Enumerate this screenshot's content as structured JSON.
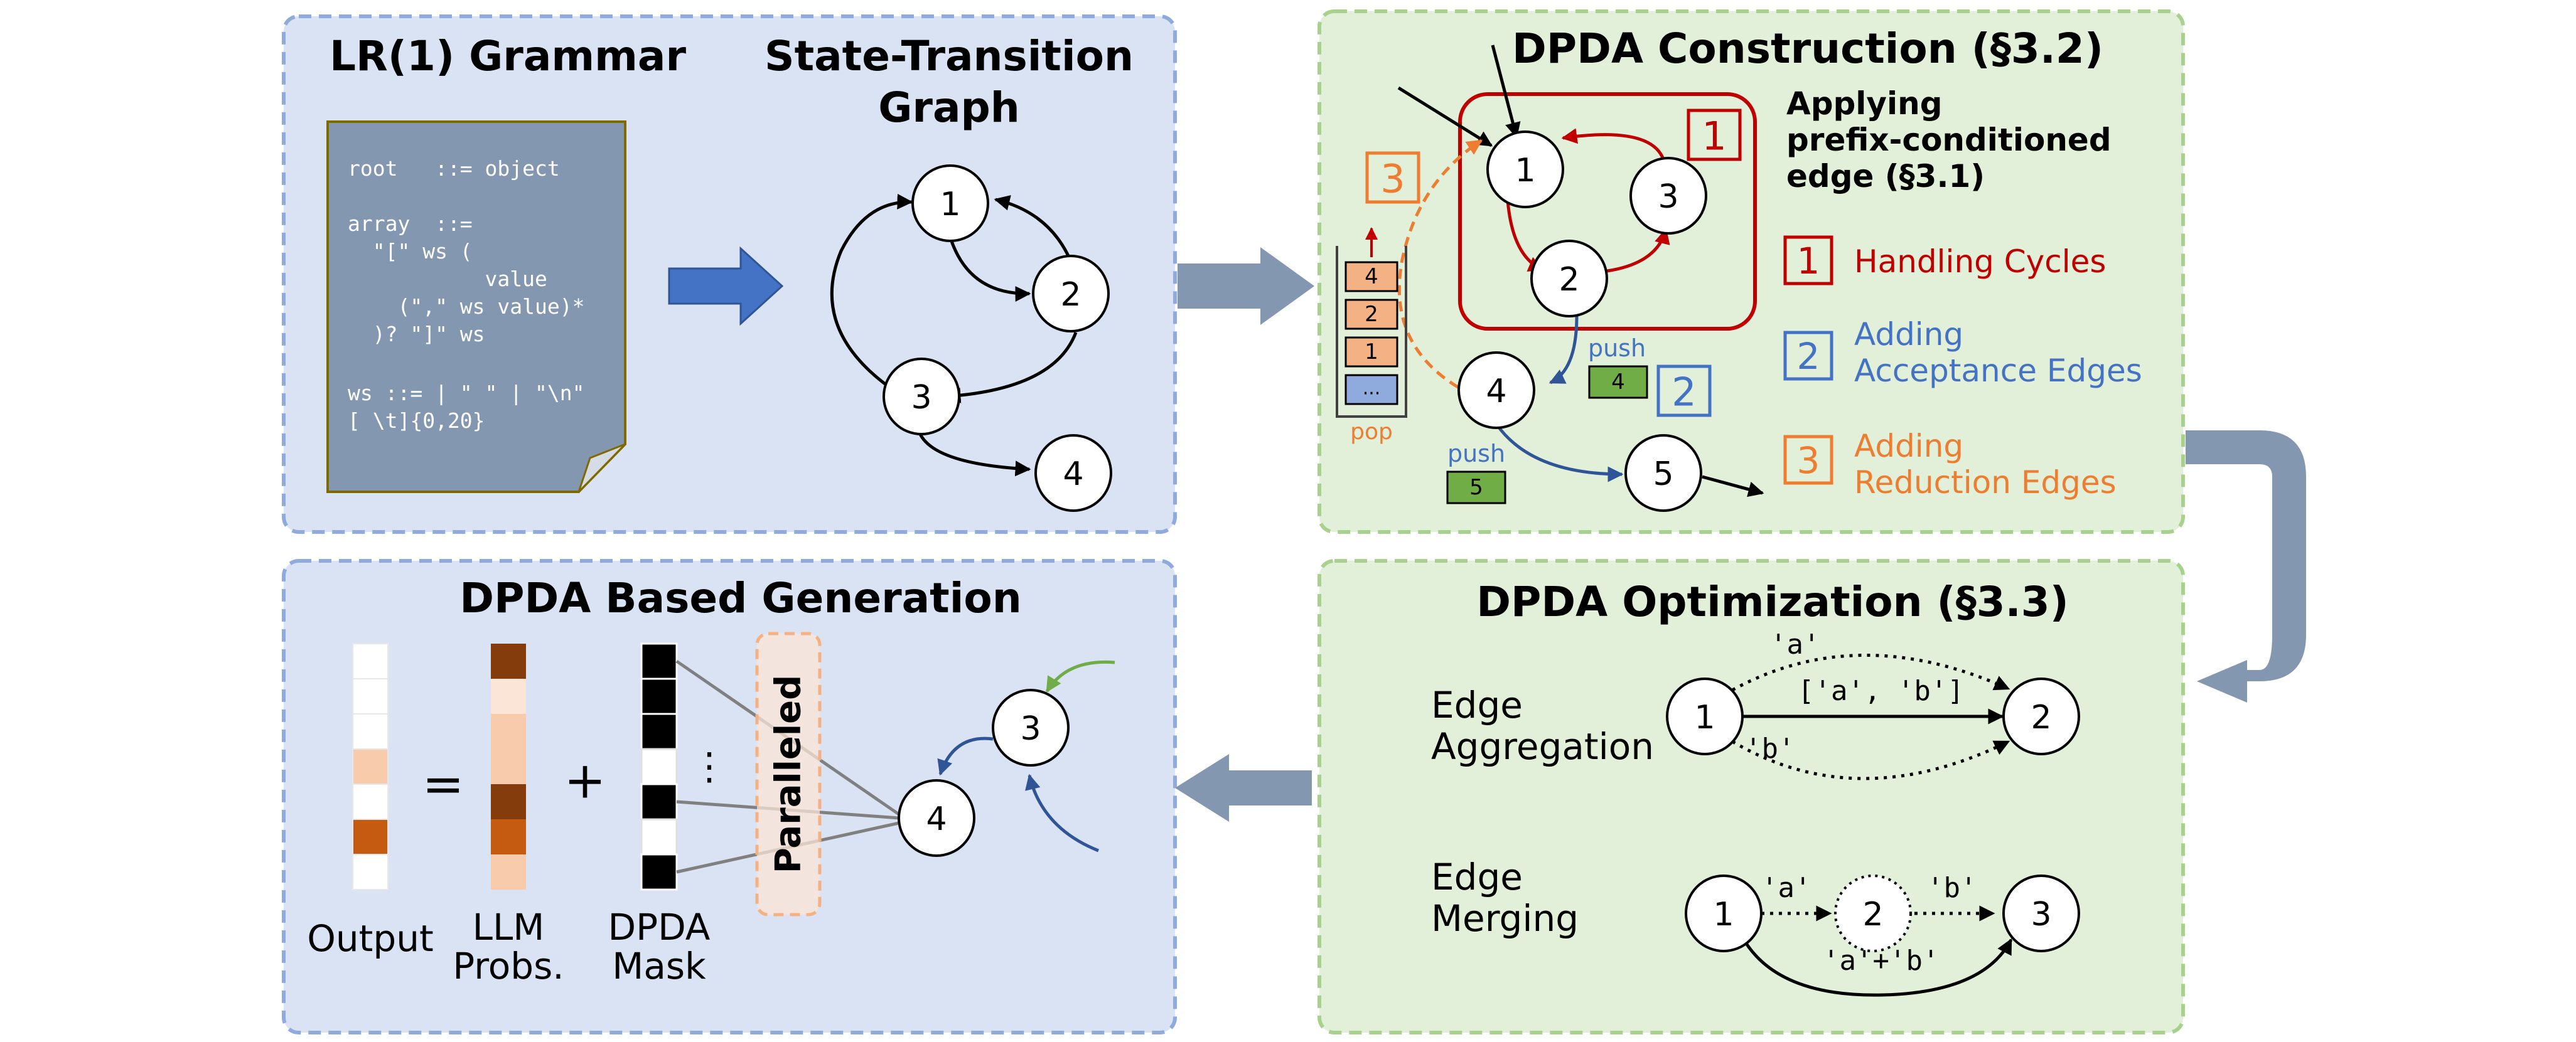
{
  "panels": {
    "grammar": {
      "title": "LR(1) Grammar",
      "lines": [
        "root   ::= object",
        "",
        "array  ::=",
        "  \"[\" ws (",
        "           value",
        "    (\",\" ws value)*",
        "  )? \"]\" ws",
        "",
        "ws ::= | \" \" | \"\\n\"",
        "[ \\t]{0,20}"
      ]
    },
    "stg": {
      "title_line1": "State-Transition",
      "title_line2": "Graph",
      "nodes": [
        "1",
        "2",
        "3",
        "4"
      ]
    },
    "construction": {
      "title": "DPDA Construction (§3.2)",
      "nodes": [
        "1",
        "2",
        "3",
        "4",
        "5"
      ],
      "stack": [
        "4",
        "2",
        "1",
        "..."
      ],
      "pop_label": "pop",
      "push_label": "push",
      "push_values": [
        "4",
        "5"
      ],
      "heading_lines": [
        "Applying",
        "prefix-conditioned",
        "edge (§3.1)"
      ],
      "legend": [
        {
          "num": "1",
          "line1": "Handling Cycles",
          "line2": "",
          "color": "#c00000"
        },
        {
          "num": "2",
          "line1": "Adding",
          "line2": "Acceptance Edges",
          "color": "#4472c4"
        },
        {
          "num": "3",
          "line1": "Adding",
          "line2": "Reduction Edges",
          "color": "#ed7d31"
        }
      ]
    },
    "generation": {
      "title": "DPDA Based Generation",
      "output_label": "Output",
      "equals": "=",
      "plus": "+",
      "llm_line1": "LLM",
      "llm_line2": "Probs.",
      "mask_line1": "DPDA",
      "mask_line2": "Mask",
      "dots": "⋮",
      "paralleled": "Paralleled",
      "nodes": [
        "3",
        "4"
      ]
    },
    "optimization": {
      "title": "DPDA Optimization (§3.3)",
      "agg_line1": "Edge",
      "agg_line2": "Aggregation",
      "agg_nodes": [
        "1",
        "2"
      ],
      "agg_edges": [
        "'a'",
        "['a', 'b']",
        "'b'"
      ],
      "merge_line1": "Edge",
      "merge_line2": "Merging",
      "merge_nodes": [
        "1",
        "2",
        "3"
      ],
      "merge_edges": [
        "'a'",
        "'b'",
        "'a'+'b'"
      ]
    }
  },
  "colors": {
    "blue_panel": "#dae3f3",
    "blue_border": "#8faadc",
    "green_panel": "#e2f0d9",
    "green_border": "#a9d18e",
    "arrow_gray": "#8497b0",
    "red": "#c00000",
    "blue": "#4472c4",
    "orange": "#ed7d31"
  }
}
